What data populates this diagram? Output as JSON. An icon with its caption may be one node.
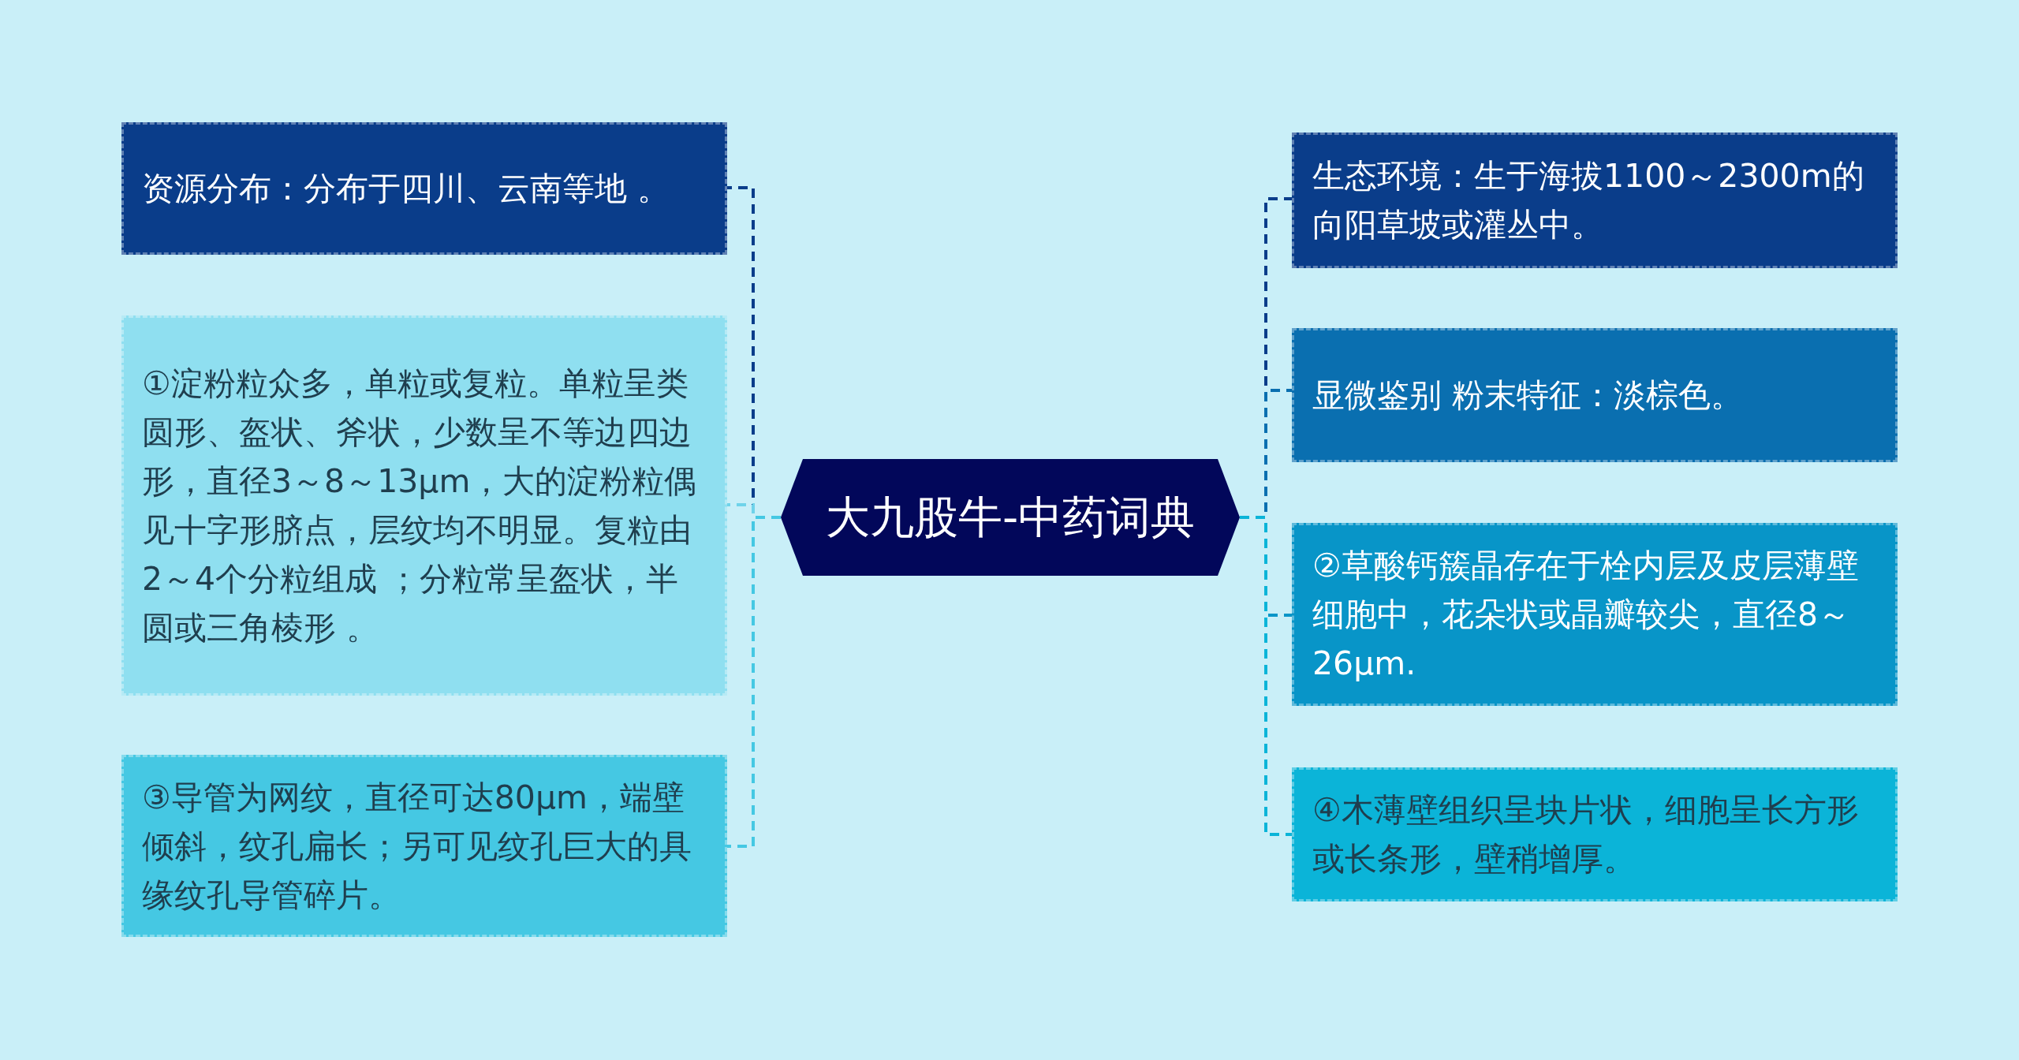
{
  "diagram": {
    "nodes": [
      {
        "text": [
          "大九股牛-中药词典"
        ]
      },
      {
        "text": [
          "资源分布：分布于四川、云南等地 。"
        ]
      },
      {
        "text": [
          "①淀粉粒众多，单粒或复粒。单粒呈类圆形、盔状、斧状，少数呈不等边四边形，直径3～8～13μm，大的淀粉粒偶见十字形脐点，层纹均不明显。复粒由2～4个分粒组成 ；分粒常呈盔状，半圆或三角棱形 。"
        ]
      },
      {
        "text": [
          "③导管为网纹，直径可达80μm，端壁倾斜，纹孔扁长；另可见纹孔巨大的具缘纹孔导管碎片。"
        ]
      },
      {
        "text": [
          "生态环境：生于海拔1100～2300m的向阳草坡或灌丛中。"
        ]
      },
      {
        "text": [
          "显微鉴别 粉末特征：淡棕色。"
        ]
      },
      {
        "text": [
          "②草酸钙簇晶存在于栓内层及皮层薄壁细胞中，花朵状或晶瓣较尖，直径8～26μm."
        ]
      },
      {
        "text": [
          "④木薄壁组织呈块片状，细胞呈长方形或长条形，壁稍增厚。"
        ]
      }
    ],
    "edges": [
      {
        "from": 0,
        "to": 1,
        "arrow": "none",
        "style": "dashed",
        "color": "#0a3d8a"
      },
      {
        "from": 0,
        "to": 2,
        "arrow": "none",
        "style": "dashed",
        "color": "#6fd3ea"
      },
      {
        "from": 0,
        "to": 3,
        "arrow": "none",
        "style": "dashed",
        "color": "#45c8e3"
      },
      {
        "from": 0,
        "to": 4,
        "arrow": "none",
        "style": "dashed",
        "color": "#0a3d8a"
      },
      {
        "from": 0,
        "to": 5,
        "arrow": "none",
        "style": "dashed",
        "color": "#0a6fb0"
      },
      {
        "from": 0,
        "to": 6,
        "arrow": "none",
        "style": "dashed",
        "color": "#0895c8"
      },
      {
        "from": 0,
        "to": 7,
        "arrow": "none",
        "style": "dashed",
        "color": "#0bb4d8"
      }
    ]
  }
}
